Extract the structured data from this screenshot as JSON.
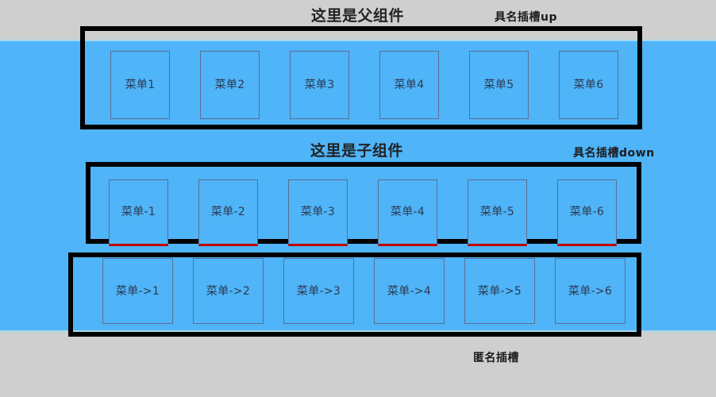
{
  "canvas": {
    "background_gray": "#cfcfcf",
    "background_blue": "#4fb4f8",
    "outline_color": "#000000",
    "box_border_color": "#5a6f94",
    "red_underline_color": "#c00000"
  },
  "captions": {
    "parent_title": "这里是父组件",
    "child_title": "这里是子组件",
    "slot_up": "具名插槽up",
    "slot_down": "具名插槽down",
    "slot_anonymous": "匿名插槽"
  },
  "rows": {
    "parent": {
      "name": "parent-menu-row",
      "items": [
        {
          "label": "菜单1"
        },
        {
          "label": "菜单2"
        },
        {
          "label": "菜单3"
        },
        {
          "label": "菜单4"
        },
        {
          "label": "菜单5"
        },
        {
          "label": "菜单6"
        }
      ]
    },
    "child_named": {
      "name": "child-named-slot-row",
      "items": [
        {
          "label": "菜单-1"
        },
        {
          "label": "菜单-2"
        },
        {
          "label": "菜单-3"
        },
        {
          "label": "菜单-4"
        },
        {
          "label": "菜单-5"
        },
        {
          "label": "菜单-6"
        }
      ]
    },
    "anonymous": {
      "name": "anonymous-slot-row",
      "items": [
        {
          "label": "菜单->1"
        },
        {
          "label": "菜单->2"
        },
        {
          "label": "菜单->3"
        },
        {
          "label": "菜单->4"
        },
        {
          "label": "菜单->5"
        },
        {
          "label": "菜单->6"
        }
      ]
    }
  }
}
